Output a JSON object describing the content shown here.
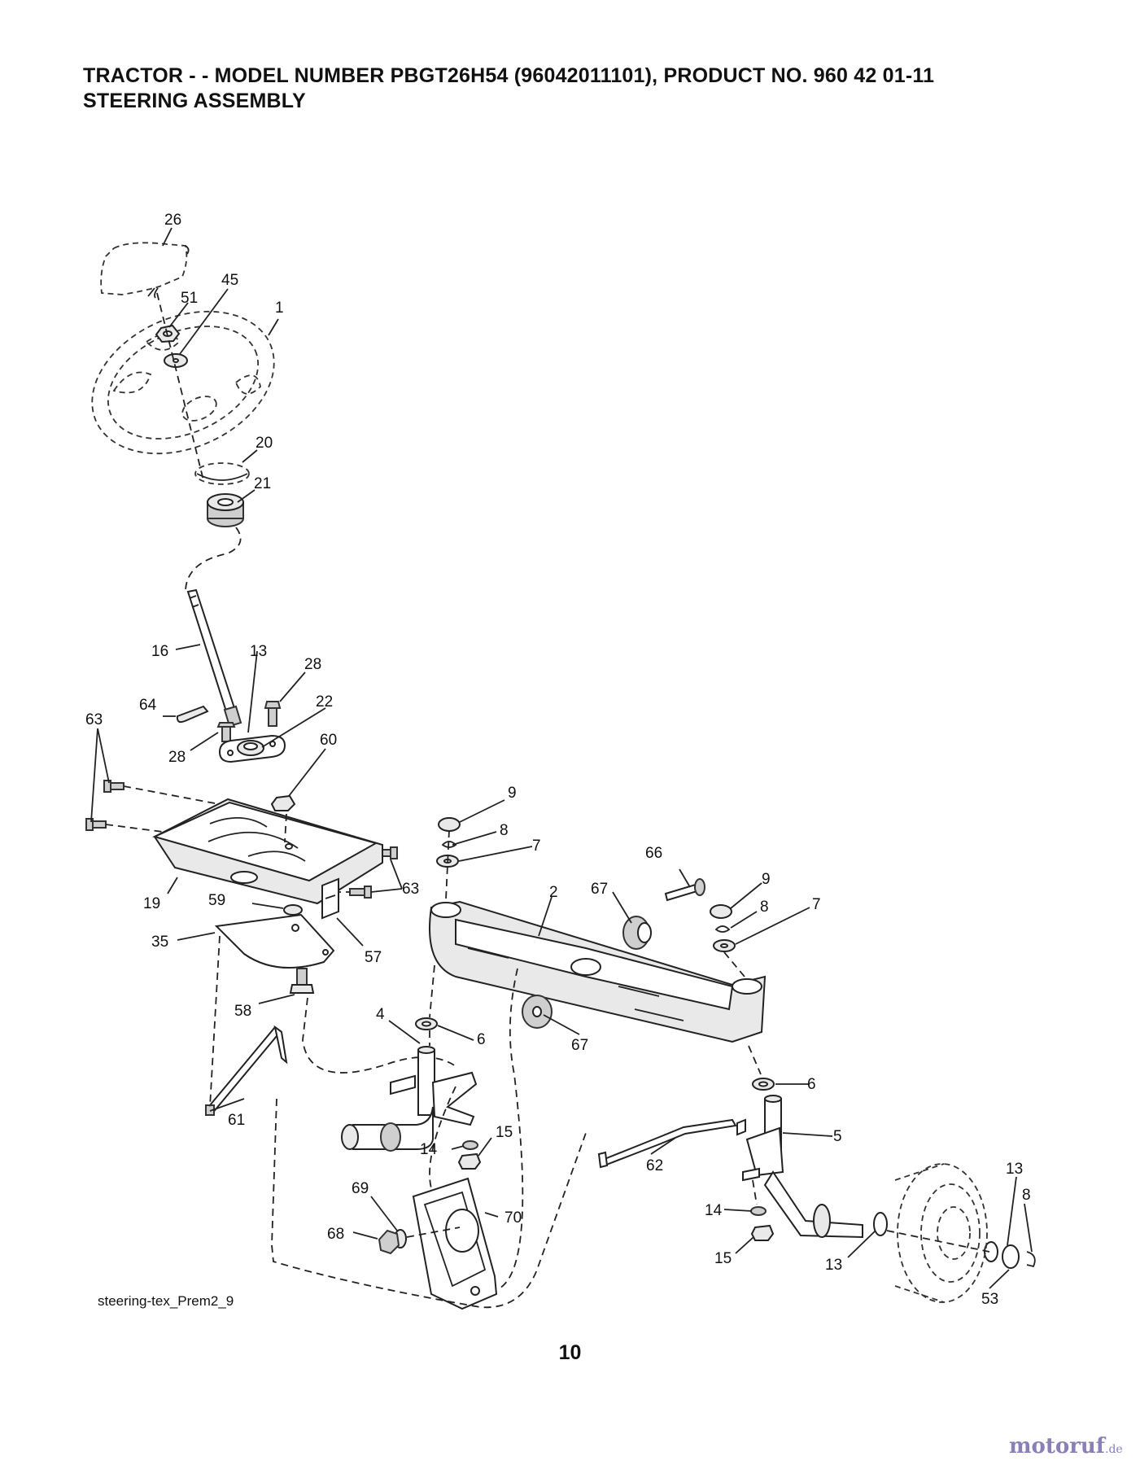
{
  "title": {
    "line1": "TRACTOR - - MODEL NUMBER PBGT26H54 (96042011101), PRODUCT NO. 960 42 01-11",
    "line2": "STEERING ASSEMBLY"
  },
  "callouts": [
    {
      "id": "c26",
      "label": "26"
    },
    {
      "id": "c45",
      "label": "45"
    },
    {
      "id": "c51",
      "label": "51"
    },
    {
      "id": "c1",
      "label": "1"
    },
    {
      "id": "c20",
      "label": "20"
    },
    {
      "id": "c21",
      "label": "21"
    },
    {
      "id": "c16",
      "label": "16"
    },
    {
      "id": "c13a",
      "label": "13"
    },
    {
      "id": "c28a",
      "label": "28"
    },
    {
      "id": "c64",
      "label": "64"
    },
    {
      "id": "c22",
      "label": "22"
    },
    {
      "id": "c28b",
      "label": "28"
    },
    {
      "id": "c63a",
      "label": "63"
    },
    {
      "id": "c60",
      "label": "60"
    },
    {
      "id": "c19",
      "label": "19"
    },
    {
      "id": "c59",
      "label": "59"
    },
    {
      "id": "c63b",
      "label": "63"
    },
    {
      "id": "c35",
      "label": "35"
    },
    {
      "id": "c57",
      "label": "57"
    },
    {
      "id": "c58",
      "label": "58"
    },
    {
      "id": "c9a",
      "label": "9"
    },
    {
      "id": "c8a",
      "label": "8"
    },
    {
      "id": "c7a",
      "label": "7"
    },
    {
      "id": "c66",
      "label": "66"
    },
    {
      "id": "c2",
      "label": "2"
    },
    {
      "id": "c67a",
      "label": "67"
    },
    {
      "id": "c9b",
      "label": "9"
    },
    {
      "id": "c8b",
      "label": "8"
    },
    {
      "id": "c7b",
      "label": "7"
    },
    {
      "id": "c4",
      "label": "4"
    },
    {
      "id": "c6a",
      "label": "6"
    },
    {
      "id": "c67b",
      "label": "67"
    },
    {
      "id": "c61",
      "label": "61"
    },
    {
      "id": "c6b",
      "label": "6"
    },
    {
      "id": "c5",
      "label": "5"
    },
    {
      "id": "c14a",
      "label": "14"
    },
    {
      "id": "c15a",
      "label": "15"
    },
    {
      "id": "c62",
      "label": "62"
    },
    {
      "id": "c13b",
      "label": "13"
    },
    {
      "id": "c8c",
      "label": "8"
    },
    {
      "id": "c69",
      "label": "69"
    },
    {
      "id": "c70",
      "label": "70"
    },
    {
      "id": "c68",
      "label": "68"
    },
    {
      "id": "c14b",
      "label": "14"
    },
    {
      "id": "c15b",
      "label": "15"
    },
    {
      "id": "c13c",
      "label": "13"
    },
    {
      "id": "c53",
      "label": "53"
    }
  ],
  "source_label": "steering-tex_Prem2_9",
  "page_number": "10",
  "watermark": {
    "name": "motoruf",
    "suffix": ".de"
  }
}
